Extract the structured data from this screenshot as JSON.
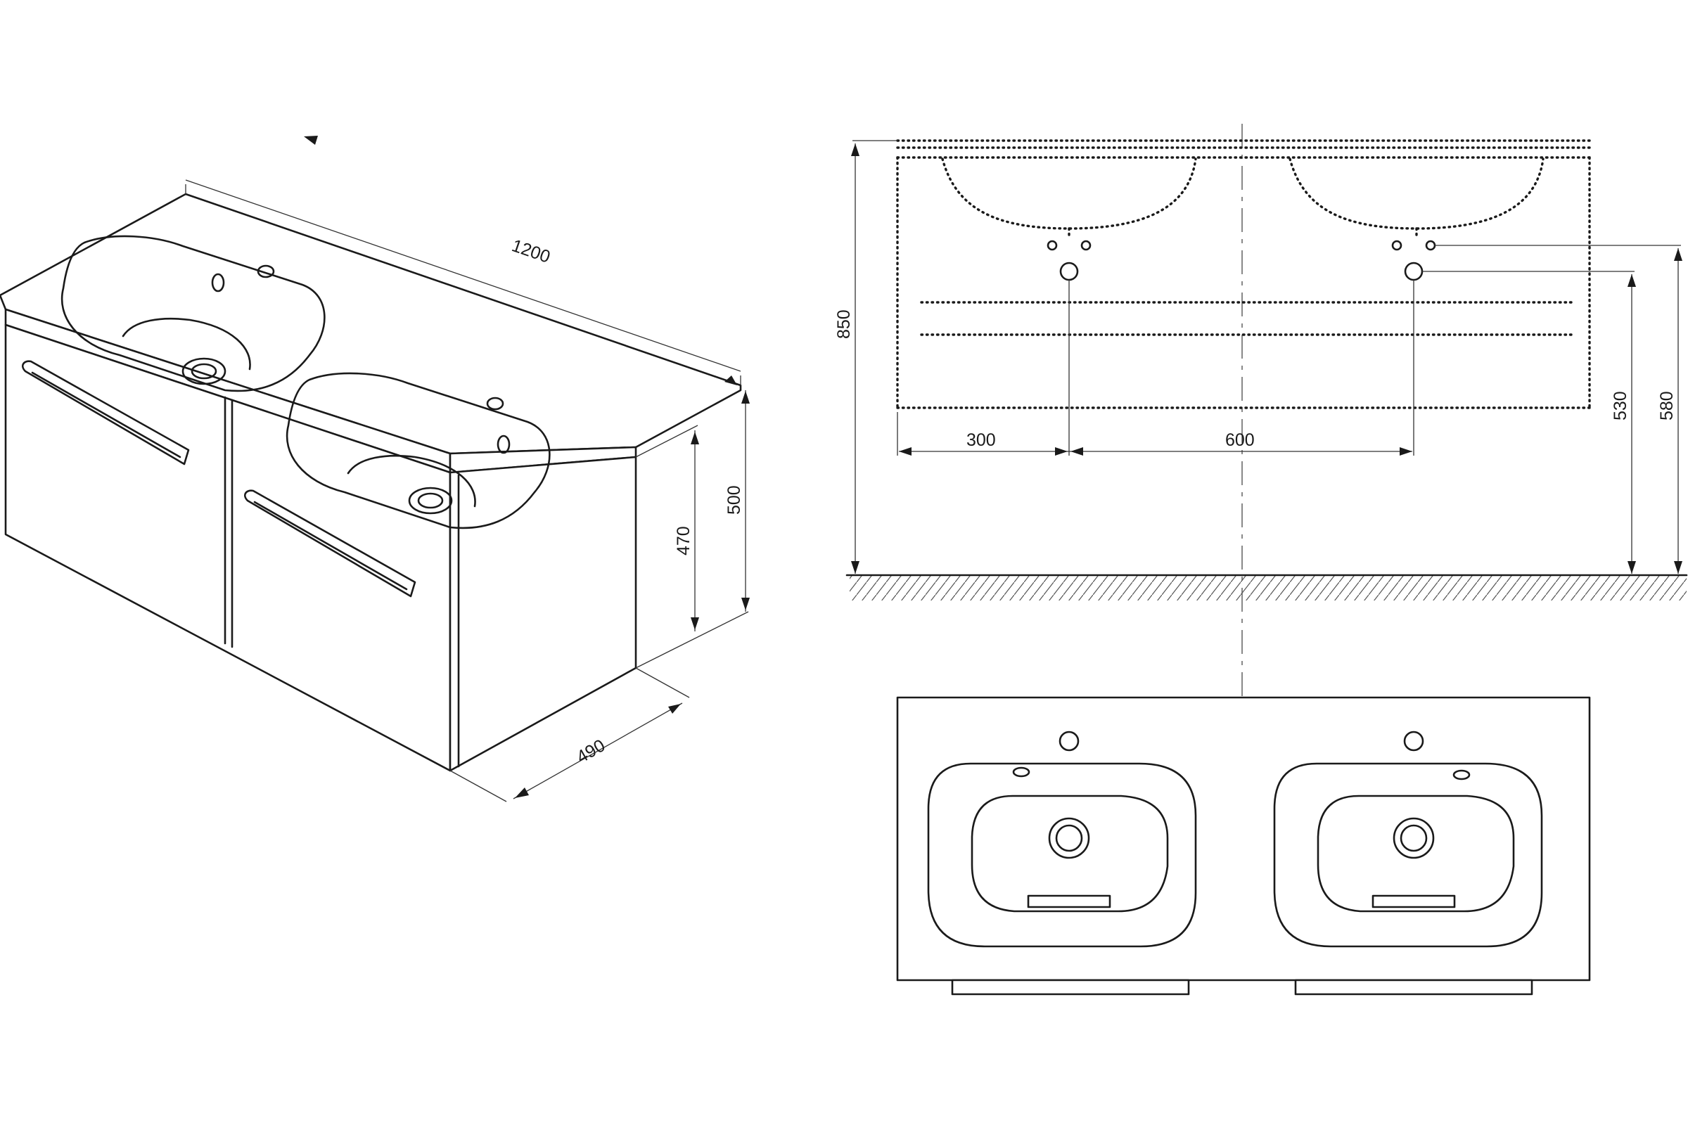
{
  "dimensions": {
    "iso_width": "1200",
    "iso_height_total": "500",
    "iso_height_cabinet": "470",
    "iso_depth": "490",
    "front_total_height": "850",
    "front_edge_offset": "300",
    "front_tap_spacing": "600",
    "front_drain_height": "530",
    "front_tap_height": "580"
  },
  "colors": {
    "line": "#1a1a1a",
    "dimension": "#333333",
    "background": "#ffffff"
  }
}
